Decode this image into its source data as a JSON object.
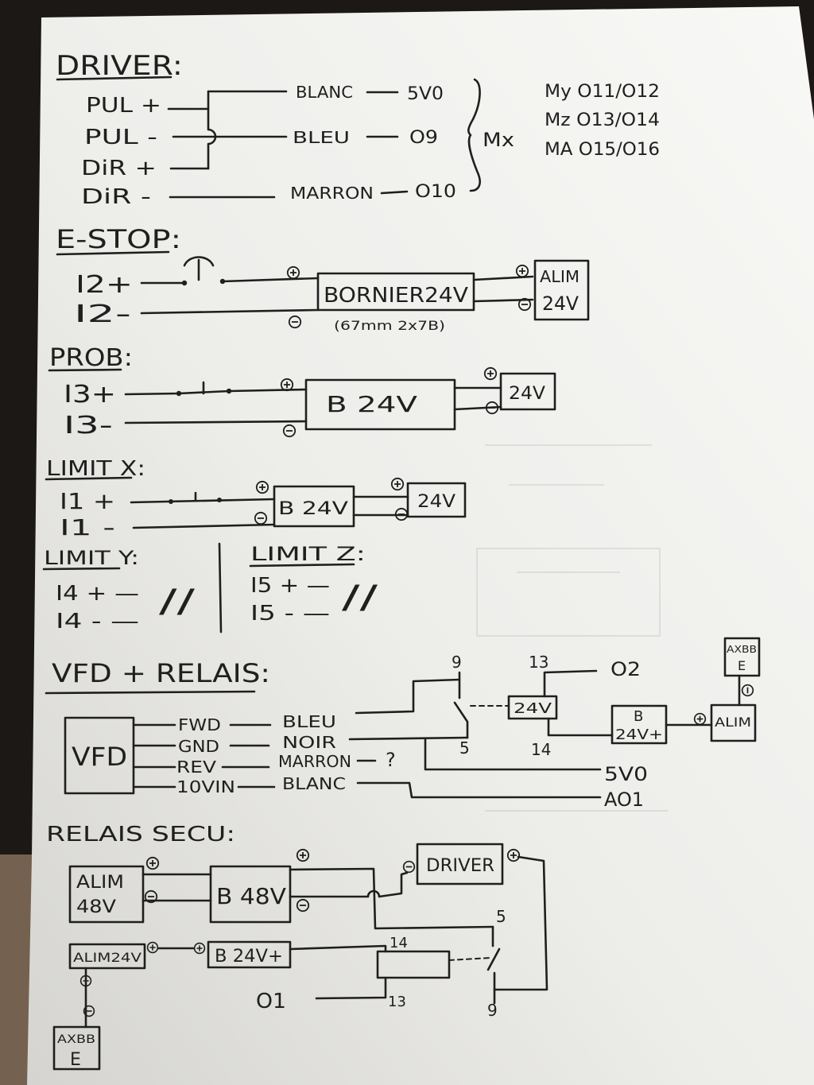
{
  "colors": {
    "ink": "#1f1f1f",
    "paper_light": "#f8f8f6",
    "paper_mid": "#ededea",
    "paper_shade": "#d5d4d0",
    "background": "#1b1815",
    "table": "#75614f"
  },
  "driver": {
    "title": "DRIVER:",
    "pins": [
      "PUL +",
      "PUL -",
      "DiR +",
      "DiR -"
    ],
    "wires": [
      {
        "color": "BLANC",
        "signal": "5V0"
      },
      {
        "color": "BLEU",
        "signal": "O9"
      },
      {
        "color": "MARRON",
        "signal": "O10"
      }
    ],
    "motor": "Mx",
    "other_motors": [
      "My O11/O12",
      "Mz O13/O14",
      "MA O15/O16"
    ]
  },
  "estop": {
    "title": "E-STOP:",
    "inputs": [
      "I2+",
      "I2-"
    ],
    "terminal_block": "BORNIER24V",
    "terminal_block_note": "(67mm 2x7B)",
    "supply": {
      "line1": "ALIM",
      "line2": "24V"
    }
  },
  "probe": {
    "title": "PROB:",
    "inputs": [
      "I3+",
      "I3-"
    ],
    "terminal_block": "B 24V",
    "supply": "24V"
  },
  "limit_x": {
    "title": "LIMIT X:",
    "inputs": [
      "I1 +",
      "I1 -"
    ],
    "terminal_block": "B 24V",
    "supply": "24V"
  },
  "limit_y": {
    "title": "LIMIT Y:",
    "inputs": [
      "I4 + —",
      "I4 - —"
    ],
    "mark": "//"
  },
  "limit_z": {
    "title": "LIMIT Z:",
    "inputs": [
      "I5 + —",
      "I5 - —"
    ],
    "mark": "//"
  },
  "vfd_relay": {
    "title": "VFD + RELAIS:",
    "vfd": "VFD",
    "terminals": [
      {
        "pin": "FWD",
        "wire": "BLEU"
      },
      {
        "pin": "GND",
        "wire": "NOIR"
      },
      {
        "pin": "REV",
        "wire": "MARRON"
      },
      {
        "pin": "10VIN",
        "wire": "BLANC"
      }
    ],
    "unknown_mark": "?",
    "relay": {
      "coil": "24V",
      "contact_top": "9",
      "contact_bottom": "5",
      "pin_top": "13",
      "pin_bottom": "14"
    },
    "outputs": {
      "o2": "O2",
      "five_v": "5V0",
      "ao1": "AO1"
    },
    "terminal_block": {
      "line1": "B",
      "line2": "24V+"
    },
    "supply": "ALIM",
    "axbb": {
      "line1": "AXBB",
      "line2": "E"
    }
  },
  "relais_secu": {
    "title": "RELAIS SECU:",
    "alim48": {
      "line1": "ALIM",
      "line2": "48V"
    },
    "block48": "B 48V",
    "driver": "DRIVER",
    "switch_contacts": {
      "top": "5",
      "bottom": "9"
    },
    "alim24": "ALIM24V",
    "block24": "B 24V+",
    "relay_pins": {
      "top": "14",
      "bottom": "13"
    },
    "output": "O1",
    "axbb": {
      "line1": "AXBB",
      "line2": "E"
    }
  }
}
